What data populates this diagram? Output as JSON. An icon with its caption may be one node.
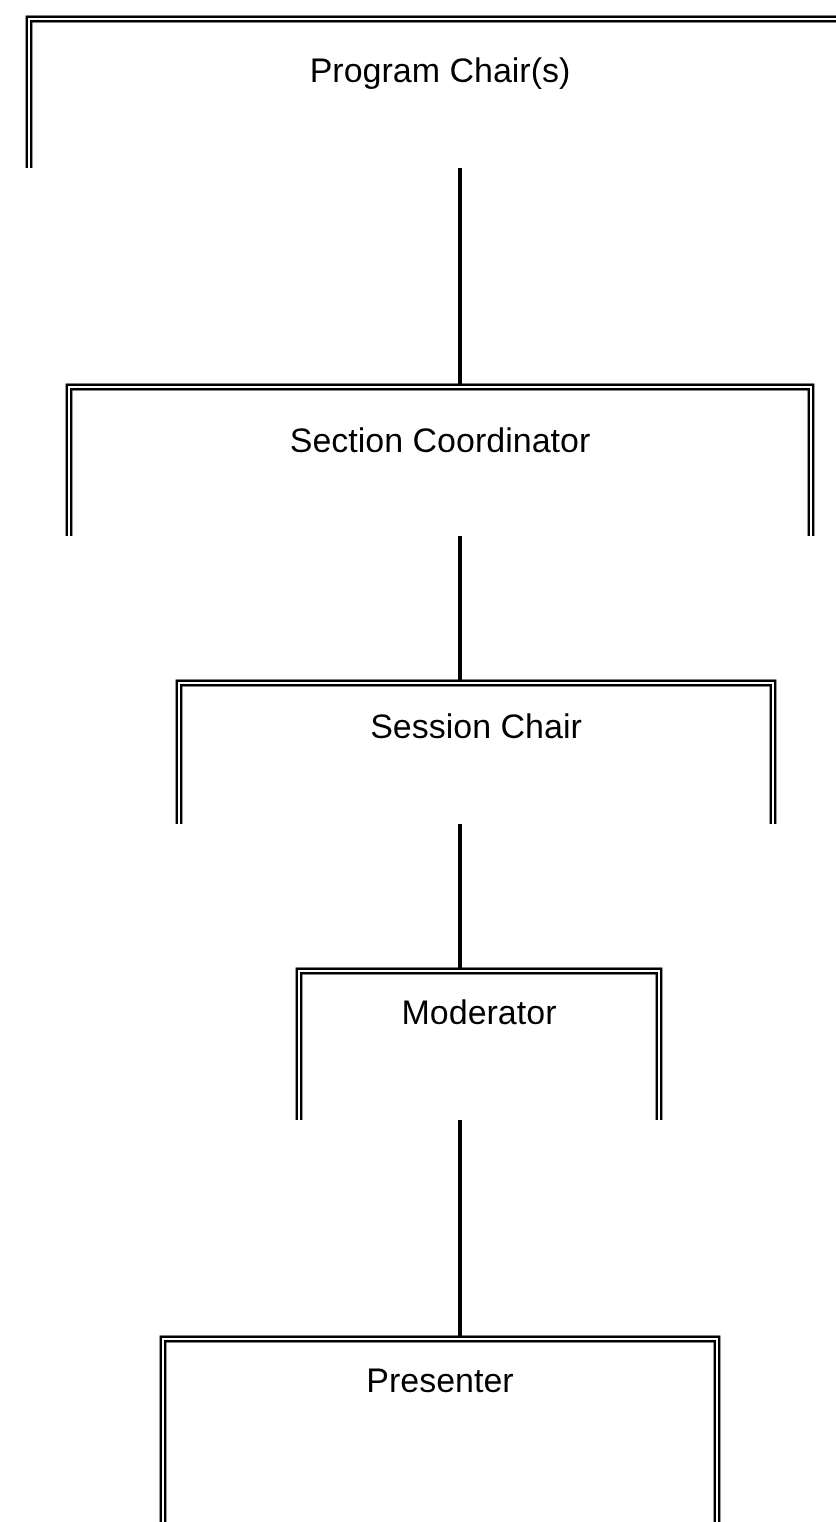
{
  "diagram": {
    "nodes": [
      {
        "text": [
          "Program Chair(s)"
        ]
      },
      {
        "text": [
          "Section Coordinator"
        ]
      },
      {
        "text": [
          "Session Chair"
        ]
      },
      {
        "text": [
          "Moderator"
        ]
      },
      {
        "text": [
          "Presenter"
        ]
      }
    ],
    "edges": [
      {
        "from": 0,
        "to": 1,
        "arrow": "none"
      },
      {
        "from": 1,
        "to": 2,
        "arrow": "none"
      },
      {
        "from": 2,
        "to": 3,
        "arrow": "none"
      },
      {
        "from": 3,
        "to": 4,
        "arrow": "none"
      }
    ]
  }
}
